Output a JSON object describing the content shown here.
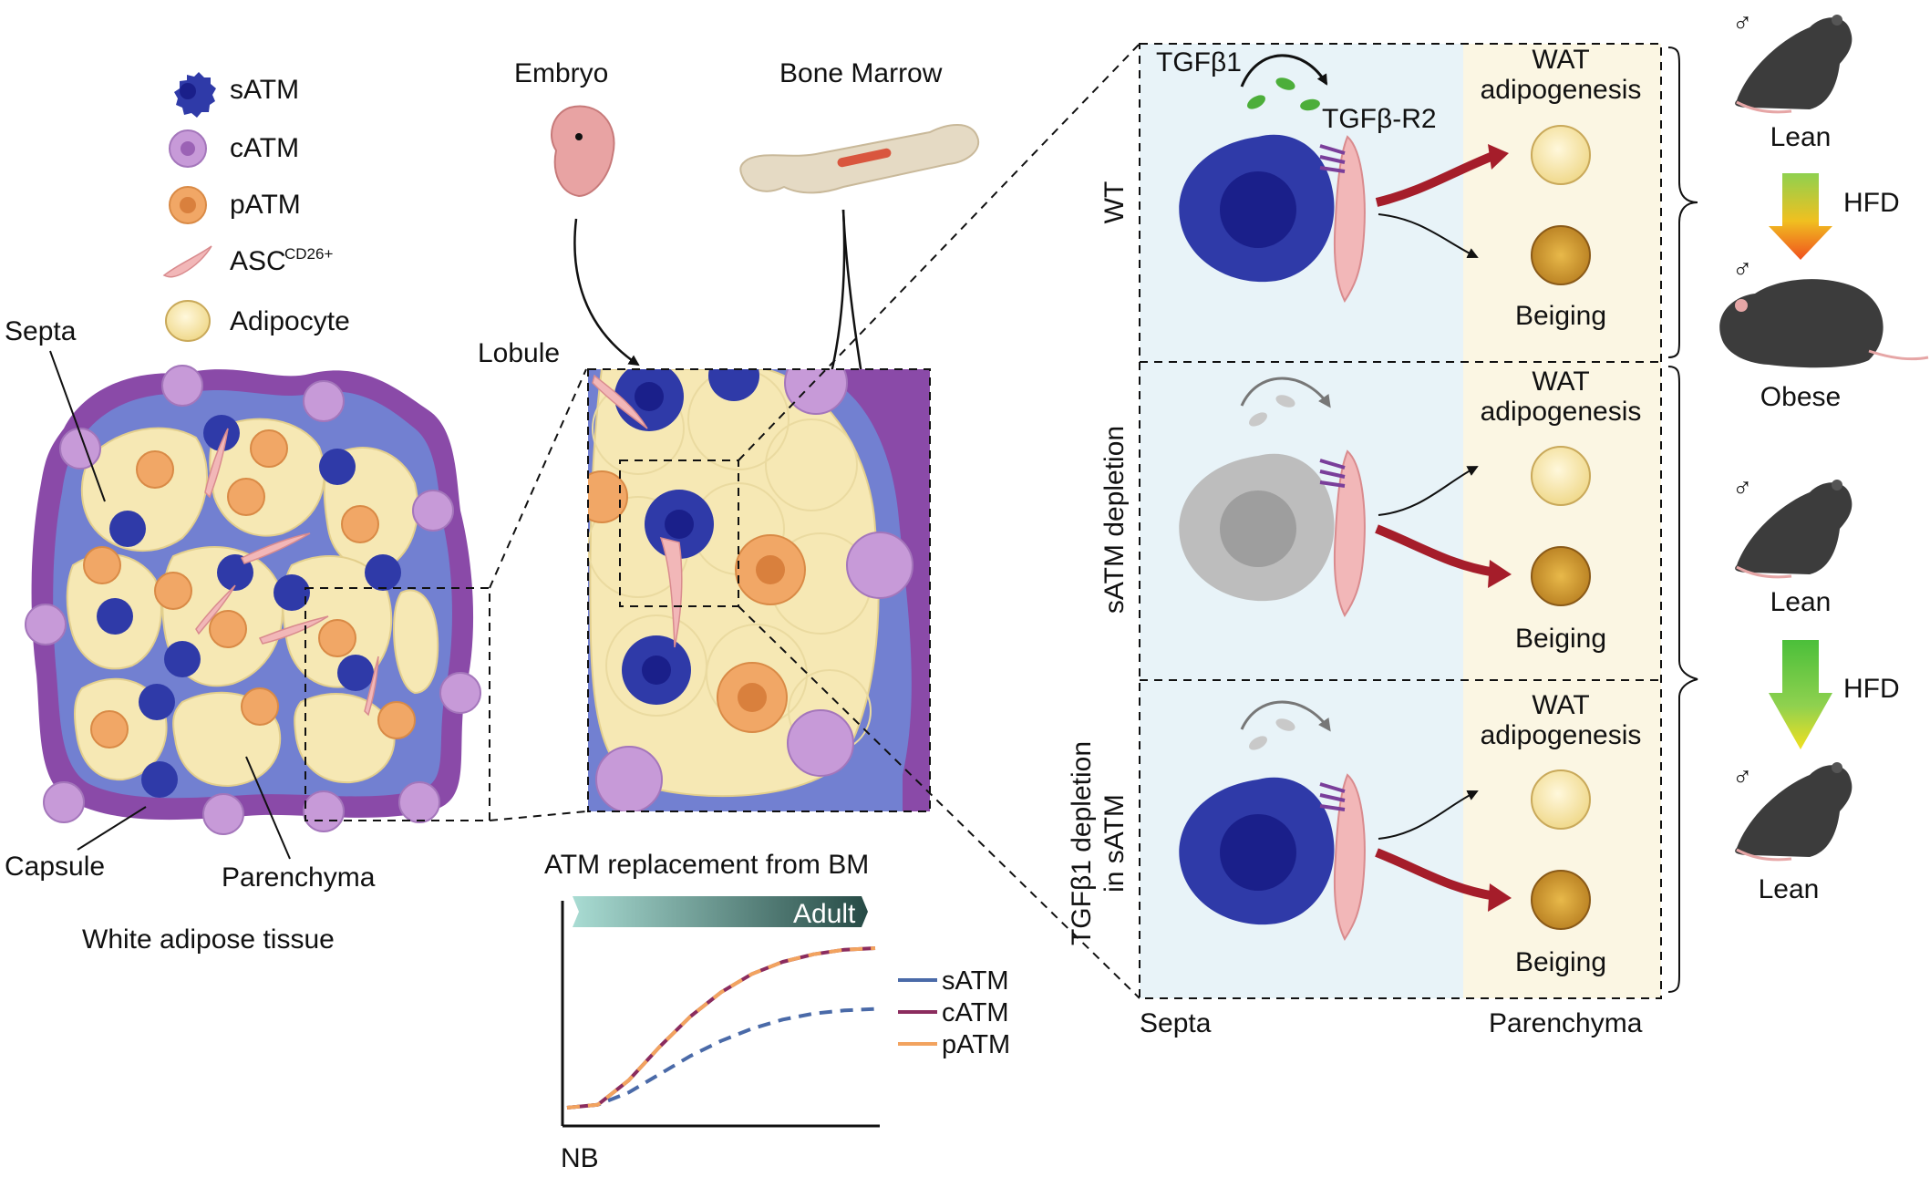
{
  "legend": {
    "items": [
      {
        "key": "satm",
        "label": "sATM",
        "color": "#2f3aa8"
      },
      {
        "key": "catm",
        "label": "cATM",
        "color": "#c79ad8"
      },
      {
        "key": "patm",
        "label": "pATM",
        "color": "#f1a766"
      },
      {
        "key": "asc",
        "label": "ASC",
        "superscript": "CD26+",
        "color": "#f2b7b8"
      },
      {
        "key": "adipocyte",
        "label": "Adipocyte",
        "color": "#f6e8b4"
      }
    ]
  },
  "tissue": {
    "septa_label": "Septa",
    "capsule_label": "Capsule",
    "parenchyma_label": "Parenchyma",
    "caption": "White adipose tissue"
  },
  "lobule": {
    "label": "Lobule",
    "embryo_label": "Embryo",
    "bone_marrow_label": "Bone Marrow"
  },
  "chart_data": {
    "type": "line",
    "title": "ATM replacement from BM",
    "xlabel": "NB",
    "ylabel": "",
    "stage_band_label": "Adult",
    "x": [
      0,
      1,
      2,
      3,
      4,
      5,
      6,
      7,
      8,
      9,
      10
    ],
    "series": [
      {
        "name": "sATM",
        "color": "#4a6aa8",
        "dashed": true,
        "values": [
          0,
          0.02,
          0.1,
          0.22,
          0.34,
          0.44,
          0.52,
          0.58,
          0.62,
          0.64,
          0.65
        ]
      },
      {
        "name": "cATM",
        "color": "#8b2c5e",
        "dashed": false,
        "values": [
          0,
          0.02,
          0.18,
          0.4,
          0.6,
          0.76,
          0.88,
          0.96,
          1.01,
          1.04,
          1.05
        ]
      },
      {
        "name": "pATM",
        "color": "#f2a35f",
        "dashed": true,
        "values": [
          0,
          0.02,
          0.18,
          0.4,
          0.6,
          0.76,
          0.88,
          0.96,
          1.01,
          1.04,
          1.05
        ]
      }
    ]
  },
  "panels": {
    "septa_label": "Septa",
    "parenchyma_label": "Parenchyma",
    "rows": [
      {
        "side_label": "WT",
        "tgf_label": "TGFβ1",
        "receptor_label": "TGFβ-R2",
        "wat_line1": "WAT",
        "wat_line2": "adipogenesis",
        "beiging_label": "Beiging",
        "macrophage_color": "#2f3aa8",
        "thick_to": "wat"
      },
      {
        "side_label": "sATM depletion",
        "wat_line1": "WAT",
        "wat_line2": "adipogenesis",
        "beiging_label": "Beiging",
        "macrophage_color": "#bdbdbd",
        "thick_to": "beiging"
      },
      {
        "side_label_line1": "TGFβ1 depletion",
        "side_label_line2": "in sATM",
        "wat_line1": "WAT",
        "wat_line2": "adipogenesis",
        "beiging_label": "Beiging",
        "macrophage_color": "#2f3aa8",
        "thick_to": "beiging"
      }
    ]
  },
  "mice": {
    "male_symbol": "♂",
    "lean1": "Lean",
    "hfd1": "HFD",
    "obese": "Obese",
    "lean2": "Lean",
    "hfd2": "HFD",
    "lean3": "Lean"
  },
  "colors": {
    "satm": "#2f3aa8",
    "satm_core": "#1a1f8a",
    "catm": "#c79ad8",
    "patm": "#f1a766",
    "asc": "#f2b7b8",
    "adipocyte": "#f6e8b4",
    "septa_bg": "#e8f3f8",
    "parenchyma_bg": "#fbf6e3",
    "capsule": "#8a4aa8",
    "septa_blue": "#7280d1",
    "red_arrow": "#a51d2a",
    "mouse": "#3c3c3c"
  }
}
